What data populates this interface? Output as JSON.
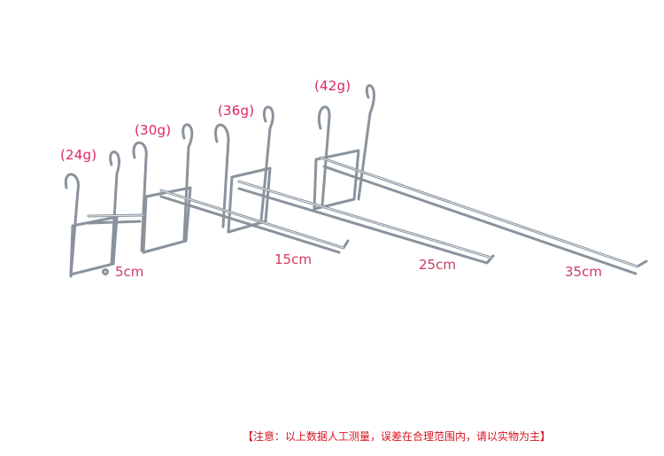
{
  "hooks": [
    {
      "id": "hook-5",
      "weight": "(24g)",
      "length": "5cm"
    },
    {
      "id": "hook-15",
      "weight": "(30g)",
      "length": "15cm"
    },
    {
      "id": "hook-25",
      "weight": "(36g)",
      "length": "25cm"
    },
    {
      "id": "hook-35",
      "weight": "(42g)",
      "length": "35cm"
    }
  ],
  "note": "【注意：以上数据人工测量，误差在合理范围内，请以实物为主】",
  "colors": {
    "label": "#e0245e",
    "note": "#d6131f",
    "metal": "#9aa3ad"
  }
}
